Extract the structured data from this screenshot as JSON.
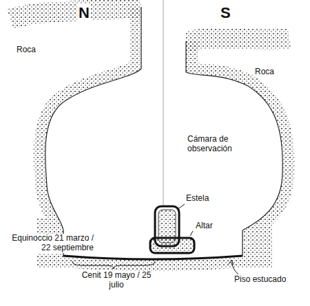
{
  "diagram": {
    "labels": [
      "N",
      "S",
      "Roca",
      "Roca",
      "Cámara de observación",
      "Estela",
      "Altar",
      "Equinoccio 21 marzo / 22 septiembre",
      "Cenit 19 mayo / 25 julio",
      "Piso estucado"
    ]
  }
}
